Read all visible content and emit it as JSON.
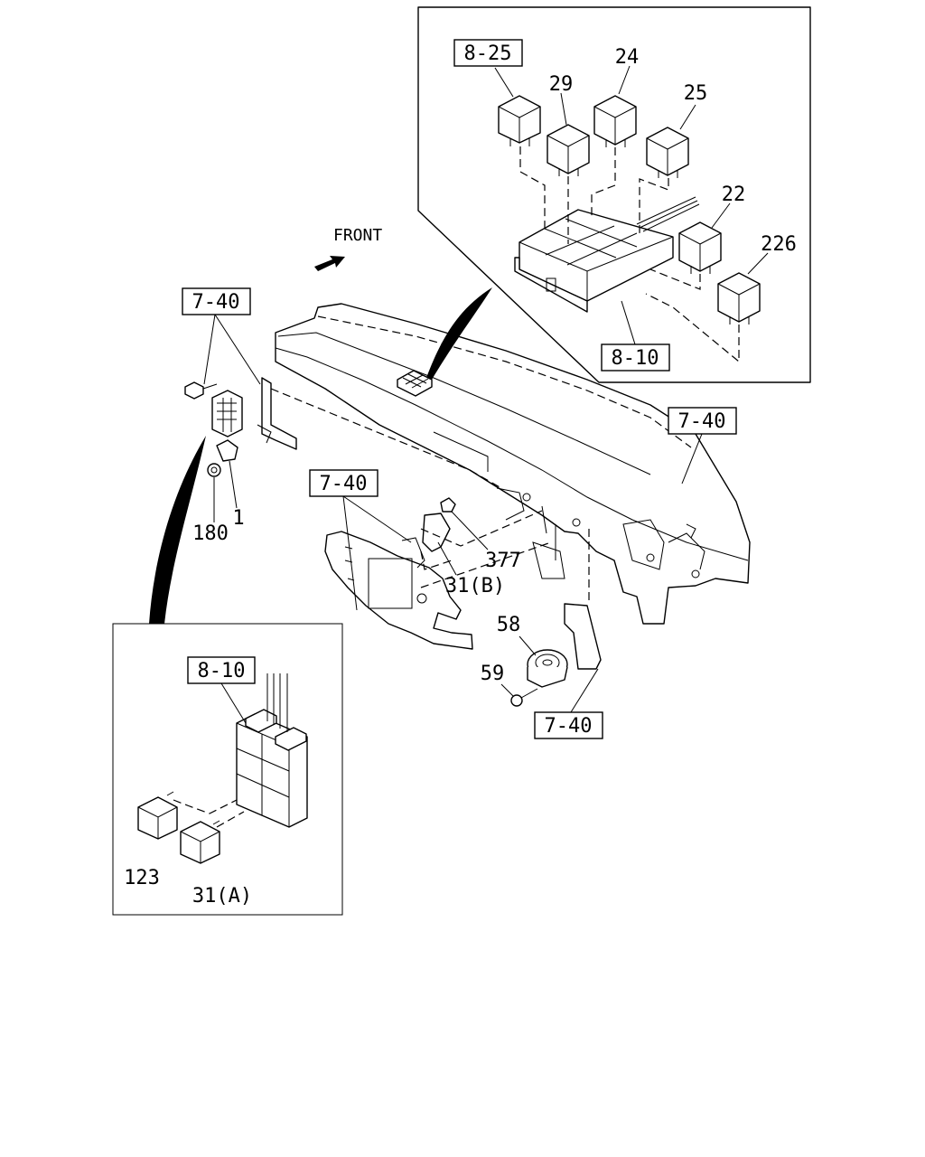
{
  "front_label": "FRONT",
  "refs": {
    "r_8_25": "8-25",
    "r_8_10_top": "8-10",
    "r_7_40_left": "7-40",
    "r_7_40_right": "7-40",
    "r_7_40_mid": "7-40",
    "r_7_40_bottom": "7-40",
    "r_8_10_inset": "8-10"
  },
  "parts": {
    "p24": "24",
    "p29": "29",
    "p25": "25",
    "p22": "22",
    "p226": "226",
    "p180": "180",
    "p1": "1",
    "p377": "377",
    "p31b": "31(B)",
    "p58": "58",
    "p59": "59",
    "p123": "123",
    "p31a": "31(A)"
  }
}
